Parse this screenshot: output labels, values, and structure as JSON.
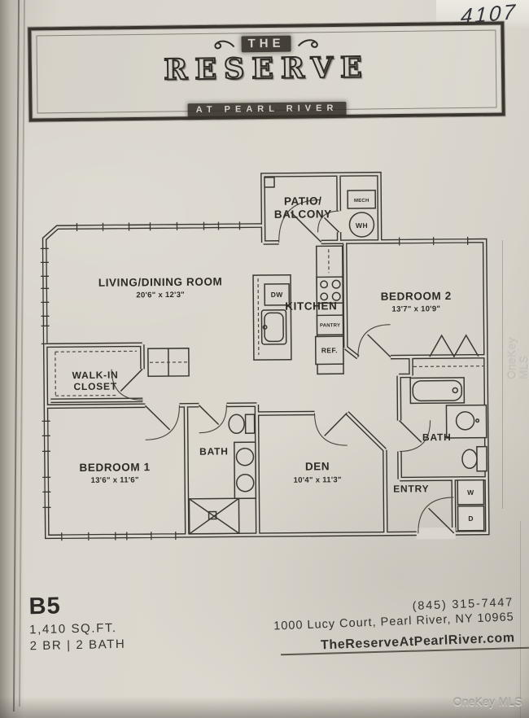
{
  "photo": {
    "handwritten_number": "4107",
    "watermark": "OneKey MLS"
  },
  "logo": {
    "the": "THE",
    "name": "RESERVE",
    "tagline": "AT PEARL RIVER"
  },
  "plan": {
    "rooms": {
      "patio": {
        "line1": "PATIO/",
        "line2": "BALCONY"
      },
      "living": {
        "name": "LIVING/DINING ROOM",
        "dims": "20'6\" x 12'3\""
      },
      "kitchen": {
        "name": "KITCHEN"
      },
      "bedroom2": {
        "name": "BEDROOM 2",
        "dims": "13'7\" x 10'9\""
      },
      "walkin": {
        "line1": "WALK-IN",
        "line2": "CLOSET"
      },
      "bedroom1": {
        "name": "BEDROOM 1",
        "dims": "13'6\" x 11'6\""
      },
      "bath1": {
        "name": "BATH"
      },
      "den": {
        "name": "DEN",
        "dims": "10'4\" x 11'3\""
      },
      "bath2": {
        "name": "BATH"
      },
      "entry": {
        "name": "ENTRY"
      }
    },
    "fixtures": {
      "mech": "MECH",
      "wh": "WH",
      "dw": "DW",
      "pantry": "PANTRY",
      "ref": "REF.",
      "washer": "W",
      "dryer": "D"
    }
  },
  "footer": {
    "unit": "B5",
    "sqft": "1,410 SQ.FT.",
    "config": "2 BR | 2 BATH",
    "phone": "(845) 315-7447",
    "address": "1000 Lucy Court, Pearl River, NY 10965",
    "website": "TheReserveAtPearlRiver.com"
  }
}
